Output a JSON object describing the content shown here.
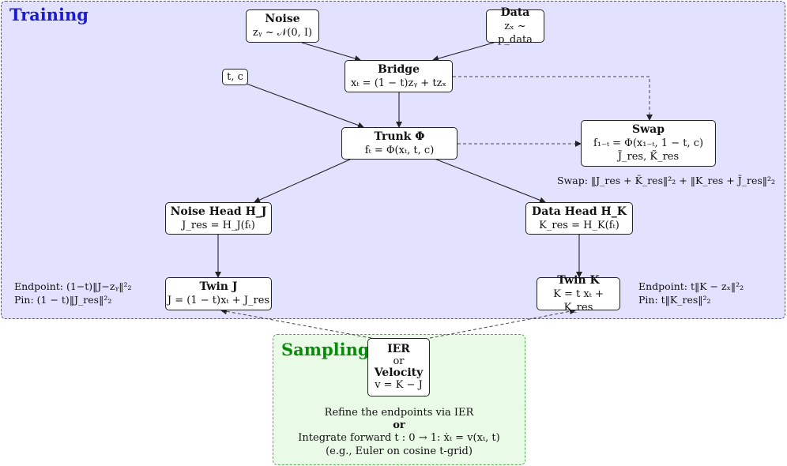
{
  "regions": {
    "training": "Training",
    "sampling": "Sampling"
  },
  "nodes": {
    "noise": {
      "title": "Noise",
      "formula": "zᵧ ~ 𝒩(0, I)"
    },
    "data": {
      "title": "Data",
      "formula": "zₓ ~ p_data"
    },
    "bridge": {
      "title": "Bridge",
      "formula": "xₜ = (1 − t)zᵧ + tzₓ"
    },
    "t_c": {
      "label": "t, c"
    },
    "trunk": {
      "title": "Trunk Φ",
      "formula": "fₜ = Φ(xₜ, t, c)"
    },
    "swap": {
      "title": "Swap",
      "formula": "f₁₋ₜ = Φ(x₁₋ₜ, 1 − t, c)",
      "extra": "J̃_res, K̃_res"
    },
    "noise_head": {
      "title": "Noise Head H_J",
      "formula": "J_res = H_J(fₜ)"
    },
    "data_head": {
      "title": "Data Head H_K",
      "formula": "K_res = H_K(fₜ)"
    },
    "twin_j": {
      "title": "Twin J",
      "formula": "J = (1 − t)xₜ + J_res"
    },
    "twin_k": {
      "title": "Twin K",
      "formula": "K = t xₜ + K_res"
    },
    "ier": {
      "title": "IER",
      "or": "or",
      "title2": "Velocity",
      "formula": "v = K − J"
    }
  },
  "notes": {
    "swap_loss": "Swap: ‖J_res + K̃_res‖²₂ + ‖K_res + J̃_res‖²₂",
    "endpoint_j": "Endpoint: (1−t)‖J−zᵧ‖²₂",
    "pin_j": "Pin: (1 − t)‖J_res‖²₂",
    "endpoint_k": "Endpoint: t‖K − zₓ‖²₂",
    "pin_k": "Pin: t‖K_res‖²₂"
  },
  "sampling_text": {
    "line1": "Refine the endpoints via IER",
    "line2": "or",
    "line3": "Integrate forward t : 0 → 1:   ẋₜ = v(xₜ, t)",
    "line4": "(e.g., Euler on cosine t-grid)"
  }
}
